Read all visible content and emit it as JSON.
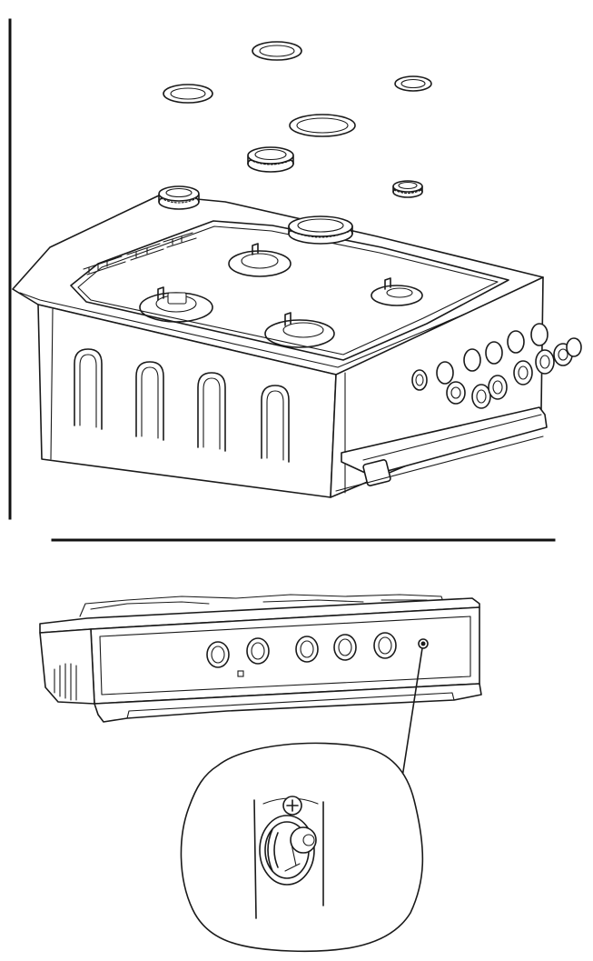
{
  "figure": {
    "colors": {
      "line": "#1a1a1a",
      "background": "#ffffff"
    },
    "panels": [
      {
        "id": "exploded-view",
        "subject": "cooktop-with-four-burners-and-front-knobs"
      },
      {
        "id": "front-view",
        "subject": "cooktop-front-panel-with-knobs"
      },
      {
        "id": "detail-view",
        "subject": "ignition-button-with-screw"
      }
    ],
    "front_panel_knob_count": 5
  }
}
